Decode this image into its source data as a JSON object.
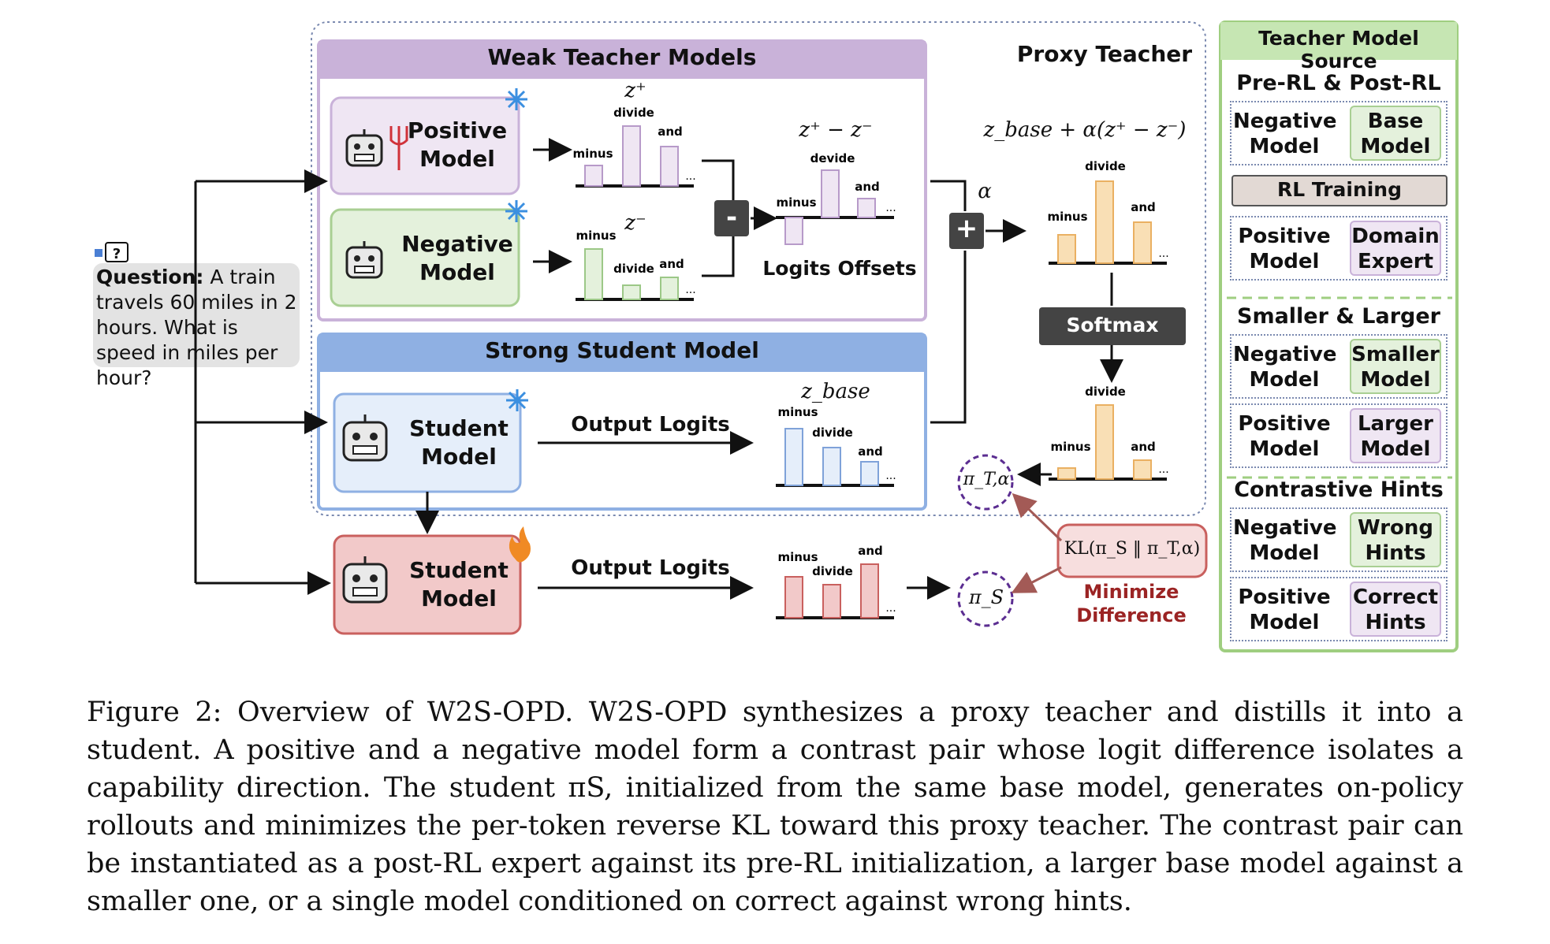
{
  "question": {
    "prefix": "Question:",
    "text": "A train travels 60 miles in 2 hours. What is speed in miles per hour?"
  },
  "weak": {
    "title": "Weak Teacher Models",
    "positive_label": "Positive Model",
    "negative_label": "Negative Model"
  },
  "strong": {
    "title": "Strong Student Model",
    "student_label": "Student Model",
    "output_label": "Output Logits"
  },
  "trainable": {
    "student_label": "Student Model",
    "output_label": "Output Logits"
  },
  "proxy": {
    "title": "Proxy Teacher",
    "formula": "z_base + α(z⁺ − z⁻)",
    "softmax_label": "Softmax",
    "alpha": "α"
  },
  "ops": {
    "minus": "-",
    "plus": "+"
  },
  "logits_offsets": {
    "label": "Logits Offsets",
    "formula": "z⁺ − z⁻"
  },
  "z_pos": "z⁺",
  "z_neg": "z⁻",
  "z_base": "z_base",
  "pi_T": "π_T,α",
  "pi_S": "π_S",
  "kl": {
    "formula": "KL(π_S ‖ π_T,α)",
    "note": "Minimize Difference"
  },
  "ellipsis": "...",
  "tokens": {
    "minus": "minus",
    "divide": "divide",
    "devide": "devide",
    "and": "and"
  },
  "source": {
    "title": "Teacher Model Source",
    "sections": [
      {
        "title": "Pre-RL & Post-RL",
        "rows": [
          {
            "left": "Negative Model",
            "right": "Base Model"
          },
          {
            "left": "Positive Model",
            "right": "Domain Expert"
          }
        ],
        "middle": "RL Training"
      },
      {
        "title": "Smaller & Larger",
        "rows": [
          {
            "left": "Negative Model",
            "right": "Smaller Model"
          },
          {
            "left": "Positive Model",
            "right": "Larger Model"
          }
        ]
      },
      {
        "title": "Contrastive Hints",
        "rows": [
          {
            "left": "Negative Model",
            "right": "Wrong Hints"
          },
          {
            "left": "Positive Model",
            "right": "Correct Hints"
          }
        ]
      }
    ]
  },
  "caption": "Figure 2: Overview of W2S-OPD. W2S-OPD synthesizes a proxy teacher and distills it into a student. A positive and a negative model form a contrast pair whose logit difference isolates a capability direction. The student πS, initialized from the same base model, generates on-policy rollouts and minimizes the per-token reverse KL toward this proxy teacher. The contrast pair can be instantiated as a post-RL expert against its pre-RL initialization, a larger base model against a smaller one, or a single model conditioned on correct against wrong hints.",
  "colors": {
    "purple": "#c9b2d9",
    "purple_fill": "#efe6f3",
    "green_fill": "#e4f1dc",
    "green_border": "#a9cf93",
    "blue_header": "#8fb0e3",
    "blue_fill": "#e5eefa",
    "red_fill": "#f2c9c9",
    "red_border": "#c9605e",
    "orange": "#f6cd8c",
    "teacher_green": "#7fbf5a"
  }
}
